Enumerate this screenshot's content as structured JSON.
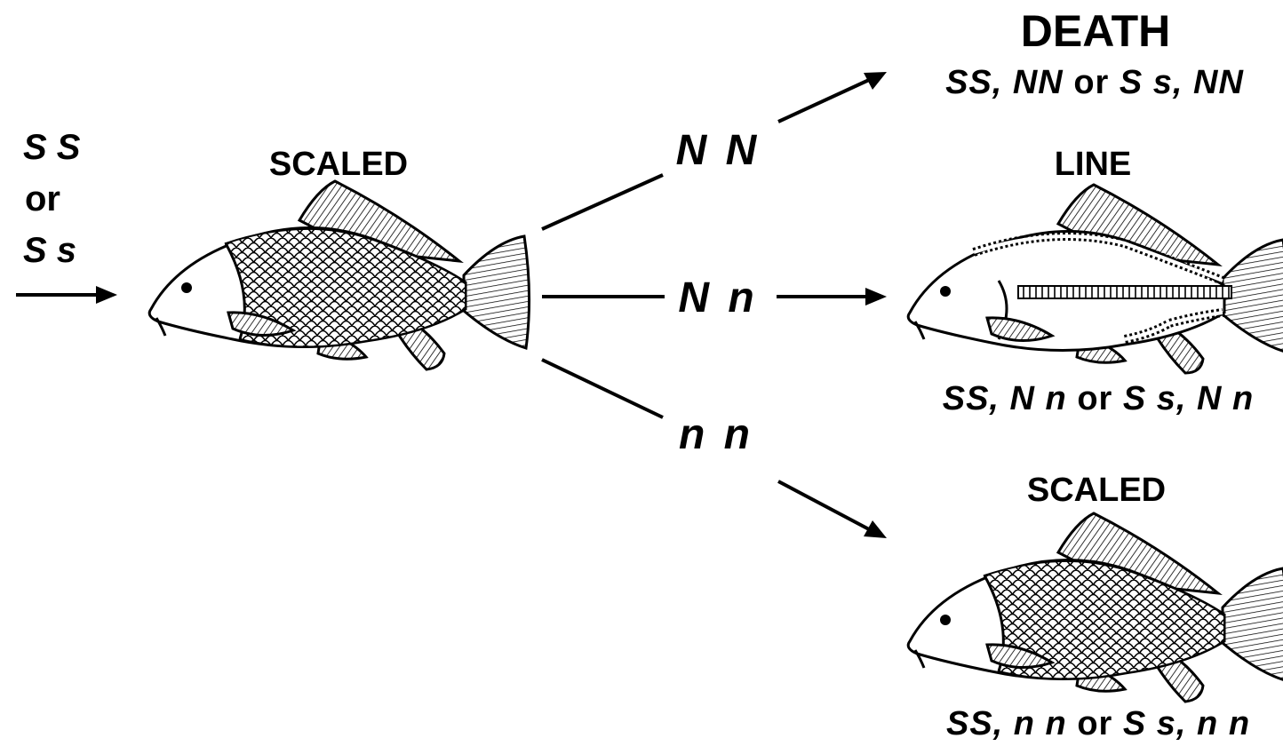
{
  "input": {
    "top": "S S",
    "or": "or",
    "bottom": "S s"
  },
  "parent": {
    "label": "SCALED"
  },
  "branches": [
    {
      "id": "NN",
      "genotype": "N N"
    },
    {
      "id": "Nn",
      "genotype": "N n"
    },
    {
      "id": "nn",
      "genotype": "n n"
    }
  ],
  "outcomes": {
    "death": {
      "label": "DEATH",
      "a": "SS, NN",
      "or": "or",
      "b": "S s, NN"
    },
    "line": {
      "label": "LINE",
      "a": "SS, N n",
      "or": "or",
      "b": "S s, N n"
    },
    "scaled": {
      "label": "SCALED",
      "a": "SS, n n",
      "or": "or",
      "b": "S s, n n"
    }
  },
  "icons": [
    "arrow-icon",
    "fish-icon"
  ],
  "colors": {
    "ink": "#000000",
    "background": "#ffffff"
  }
}
